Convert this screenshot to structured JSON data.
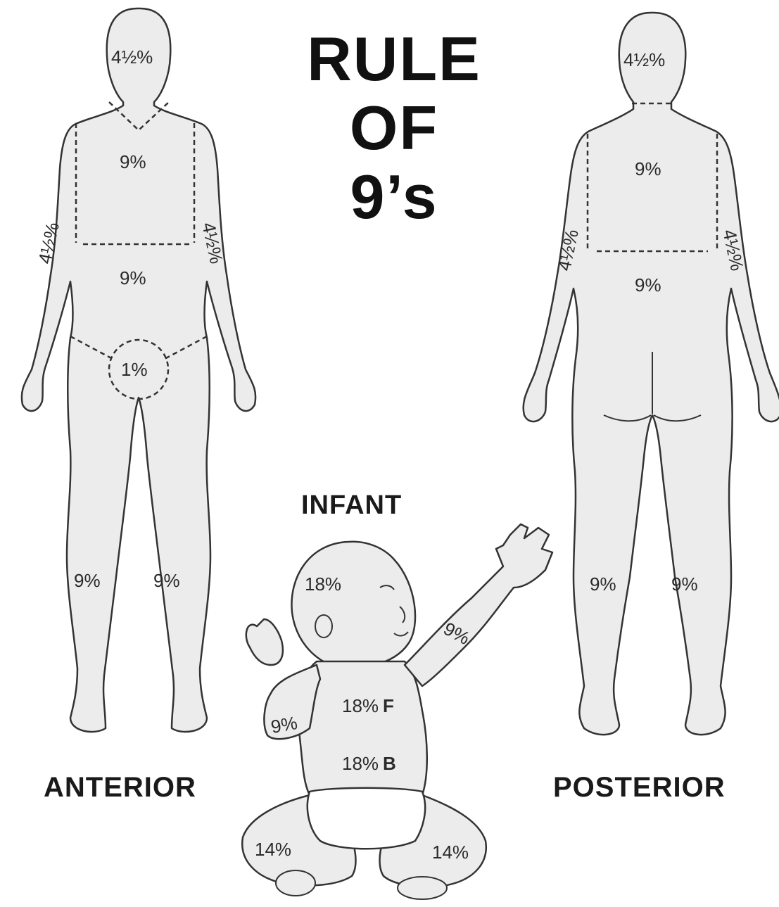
{
  "title": {
    "line1": "RULE",
    "line2": "OF",
    "line3": "9’s"
  },
  "views": {
    "anterior": "ANTERIOR",
    "posterior": "POSTERIOR",
    "infant": "INFANT"
  },
  "anterior": {
    "head": "4½%",
    "chest": "9%",
    "abdomen": "9%",
    "left_arm": "4½%",
    "right_arm": "4½%",
    "genitals": "1%",
    "left_leg": "9%",
    "right_leg": "9%"
  },
  "posterior": {
    "head": "4½%",
    "upper_back": "9%",
    "lower_back": "9%",
    "left_arm": "4½%",
    "right_arm": "4½%",
    "left_leg": "9%",
    "right_leg": "9%"
  },
  "infant": {
    "head": "18%",
    "raised_arm": "9%",
    "lower_arm": "9%",
    "front_torso": "18%",
    "front_letter": "F",
    "back_torso": "18%",
    "back_letter": "B",
    "left_leg": "14%",
    "right_leg": "14%"
  },
  "colors": {
    "body_fill": "#ececec",
    "outline": "#333333",
    "dash": "#333333"
  }
}
